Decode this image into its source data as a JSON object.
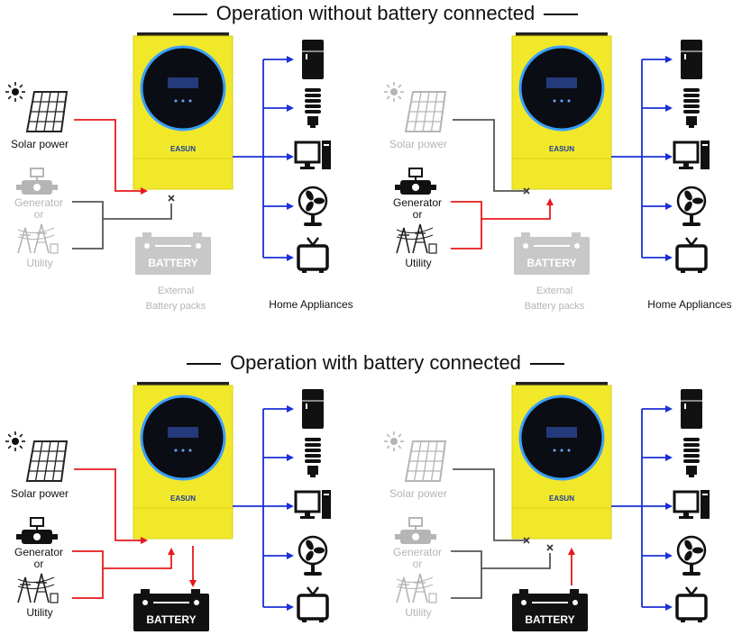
{
  "sections": [
    {
      "title": "Operation without battery connected"
    },
    {
      "title": "Operation with battery connected"
    }
  ],
  "labels": {
    "solar": "Solar power",
    "generator_1": "Generator",
    "generator_2": "or",
    "utility": "Utility",
    "external_1": "External",
    "external_2": "Battery packs",
    "battery": "BATTERY",
    "home": "Home Appliances",
    "brand": "EASUN"
  },
  "colors": {
    "inverter_body": "#f2e82a",
    "inverter_edge": "#d9cf12",
    "active_line": "#e8191b",
    "inactive_line": "#555555",
    "output_line": "#1a2fd6",
    "muted": "#b5b5b5"
  },
  "appliances": [
    "fridge-icon",
    "lamp-icon",
    "computer-icon",
    "fan-icon",
    "tv-icon"
  ],
  "panels": [
    {
      "id": "top-left",
      "active_source": "solar",
      "battery_connected": false
    },
    {
      "id": "top-right",
      "active_source": "generator-utility",
      "battery_connected": false
    },
    {
      "id": "bottom-left",
      "active_source": "all",
      "battery_connected": true,
      "battery_flow": "charging"
    },
    {
      "id": "bottom-right",
      "active_source": "battery",
      "battery_connected": true,
      "battery_flow": "discharging"
    }
  ]
}
